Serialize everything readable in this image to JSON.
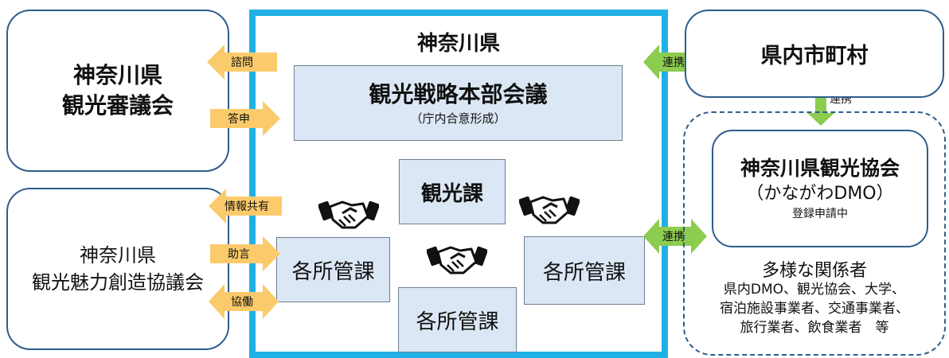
{
  "left_top": {
    "line1": "神奈川県",
    "line2": "観光審議会"
  },
  "left_bottom": {
    "line1": "神奈川県",
    "line2": "観光魅力創造協議会"
  },
  "center": {
    "title": "神奈川県",
    "hq": {
      "title": "観光戦略本部会議",
      "subtitle": "（庁内合意形成）"
    },
    "kankoka": "観光課",
    "section_left": "各所管課",
    "section_right": "各所管課",
    "section_bottom": "各所管課"
  },
  "arrows": {
    "shimon": "諮問",
    "toushin": "答申",
    "joho": "情報共有",
    "jogen": "助言",
    "kyodo": "協働",
    "renkei_top": "連携",
    "renkei_mid": "連携",
    "renkei_vertical": "連携"
  },
  "right_top": "県内市町村",
  "right_dmo": {
    "line1": "神奈川県観光協会",
    "line2": "（かながわDMO）",
    "line3": "登録申請中"
  },
  "stakeholders": {
    "title": "多様な関係者",
    "lines": [
      "県内DMO、観光協会、大学、",
      "宿泊施設事業者、交通事業者、",
      "旅行業者、飲食業者　等"
    ]
  },
  "colors": {
    "yellow_arrow": "#fbcb6b",
    "green_arrow": "#8ccc4e",
    "frame_blue": "#1fb0e6",
    "box_fill": "#dbe7f4",
    "border_navy": "#2e5d8c"
  },
  "icons": [
    "handshake-icon",
    "handshake-icon",
    "handshake-icon"
  ]
}
